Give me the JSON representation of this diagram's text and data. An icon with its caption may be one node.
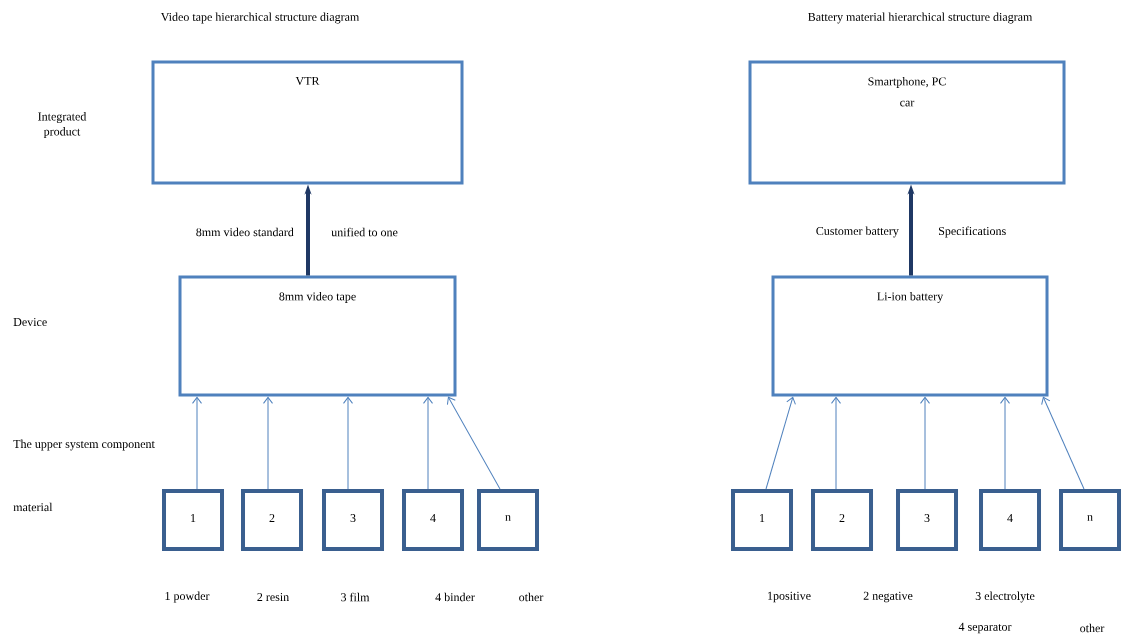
{
  "diagram": {
    "nodes": [
      {
        "text": [
          "VTR"
        ]
      },
      {
        "text": [
          "8mm video tape"
        ]
      },
      {
        "text": [
          "1"
        ]
      },
      {
        "text": [
          "2"
        ]
      },
      {
        "text": [
          "3"
        ]
      },
      {
        "text": [
          "4"
        ]
      },
      {
        "text": [
          "n"
        ]
      },
      {
        "text": [
          "Smartphone, PC",
          "car"
        ]
      },
      {
        "text": [
          "Li-ion battery"
        ]
      },
      {
        "text": [
          "1"
        ]
      },
      {
        "text": [
          "2"
        ]
      },
      {
        "text": [
          "3"
        ]
      },
      {
        "text": [
          "4"
        ]
      },
      {
        "text": [
          "n"
        ]
      }
    ],
    "edges": [
      {
        "from": 1,
        "to": 0,
        "arrow": "to",
        "style": "thick",
        "color": "#1f3864"
      },
      {
        "from": 2,
        "to": 1,
        "arrow": "to"
      },
      {
        "from": 3,
        "to": 1,
        "arrow": "to"
      },
      {
        "from": 4,
        "to": 1,
        "arrow": "to"
      },
      {
        "from": 5,
        "to": 1,
        "arrow": "to"
      },
      {
        "from": 6,
        "to": 1,
        "arrow": "to"
      },
      {
        "from": 8,
        "to": 7,
        "arrow": "to",
        "style": "thick",
        "color": "#1f3864"
      },
      {
        "from": 9,
        "to": 8,
        "arrow": "to"
      },
      {
        "from": 10,
        "to": 8,
        "arrow": "to"
      },
      {
        "from": 11,
        "to": 8,
        "arrow": "to"
      },
      {
        "from": 12,
        "to": 8,
        "arrow": "to"
      },
      {
        "from": 13,
        "to": 8,
        "arrow": "to"
      }
    ],
    "labels": [
      "Video tape hierarchical structure diagram",
      "Battery material hierarchical structure diagram",
      "Integrated product",
      "8mm video standard",
      "unified to one",
      "Customer battery",
      "Specifications",
      "Device",
      "The upper system component",
      "material",
      "1 powder",
      "2 resin",
      "3 film",
      "4 binder",
      "other",
      "1positive",
      "2 negative",
      "3 electrolyte",
      "4 separator",
      "other"
    ]
  }
}
